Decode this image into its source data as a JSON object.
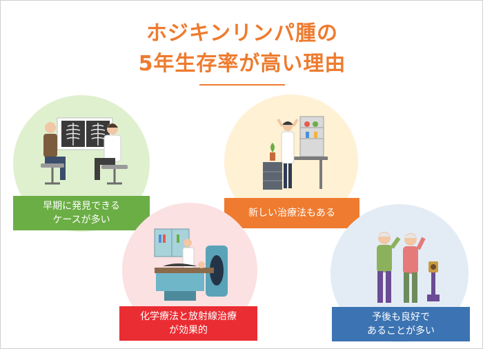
{
  "title": {
    "line1": "ホジキンリンパ腫の",
    "line2": "5年生存率が高い理由"
  },
  "reasons": [
    {
      "line1": "早期に発見できる",
      "line2": "ケースが多い",
      "color": "#6bae45",
      "circle_color": "#dff0cf",
      "icon": "doctor-xray-consultation-illustration"
    },
    {
      "line1": "新しい治療法もある",
      "line2": "",
      "color": "#ee7b2f",
      "circle_color": "#fff1d4",
      "icon": "laboratory-researcher-illustration"
    },
    {
      "line1": "化学療法と放射線治療",
      "line2": "が効果的",
      "color": "#ea2d33",
      "circle_color": "#fbe1e2",
      "icon": "radiation-therapy-machine-illustration"
    },
    {
      "line1": "予後も良好で",
      "line2": "あることが多い",
      "color": "#3c73b2",
      "circle_color": "#e3ecf5",
      "icon": "happy-elderly-couple-illustration"
    }
  ],
  "colors": {
    "title": "#ee7b2f",
    "frame_border": "#cfcfcf"
  }
}
